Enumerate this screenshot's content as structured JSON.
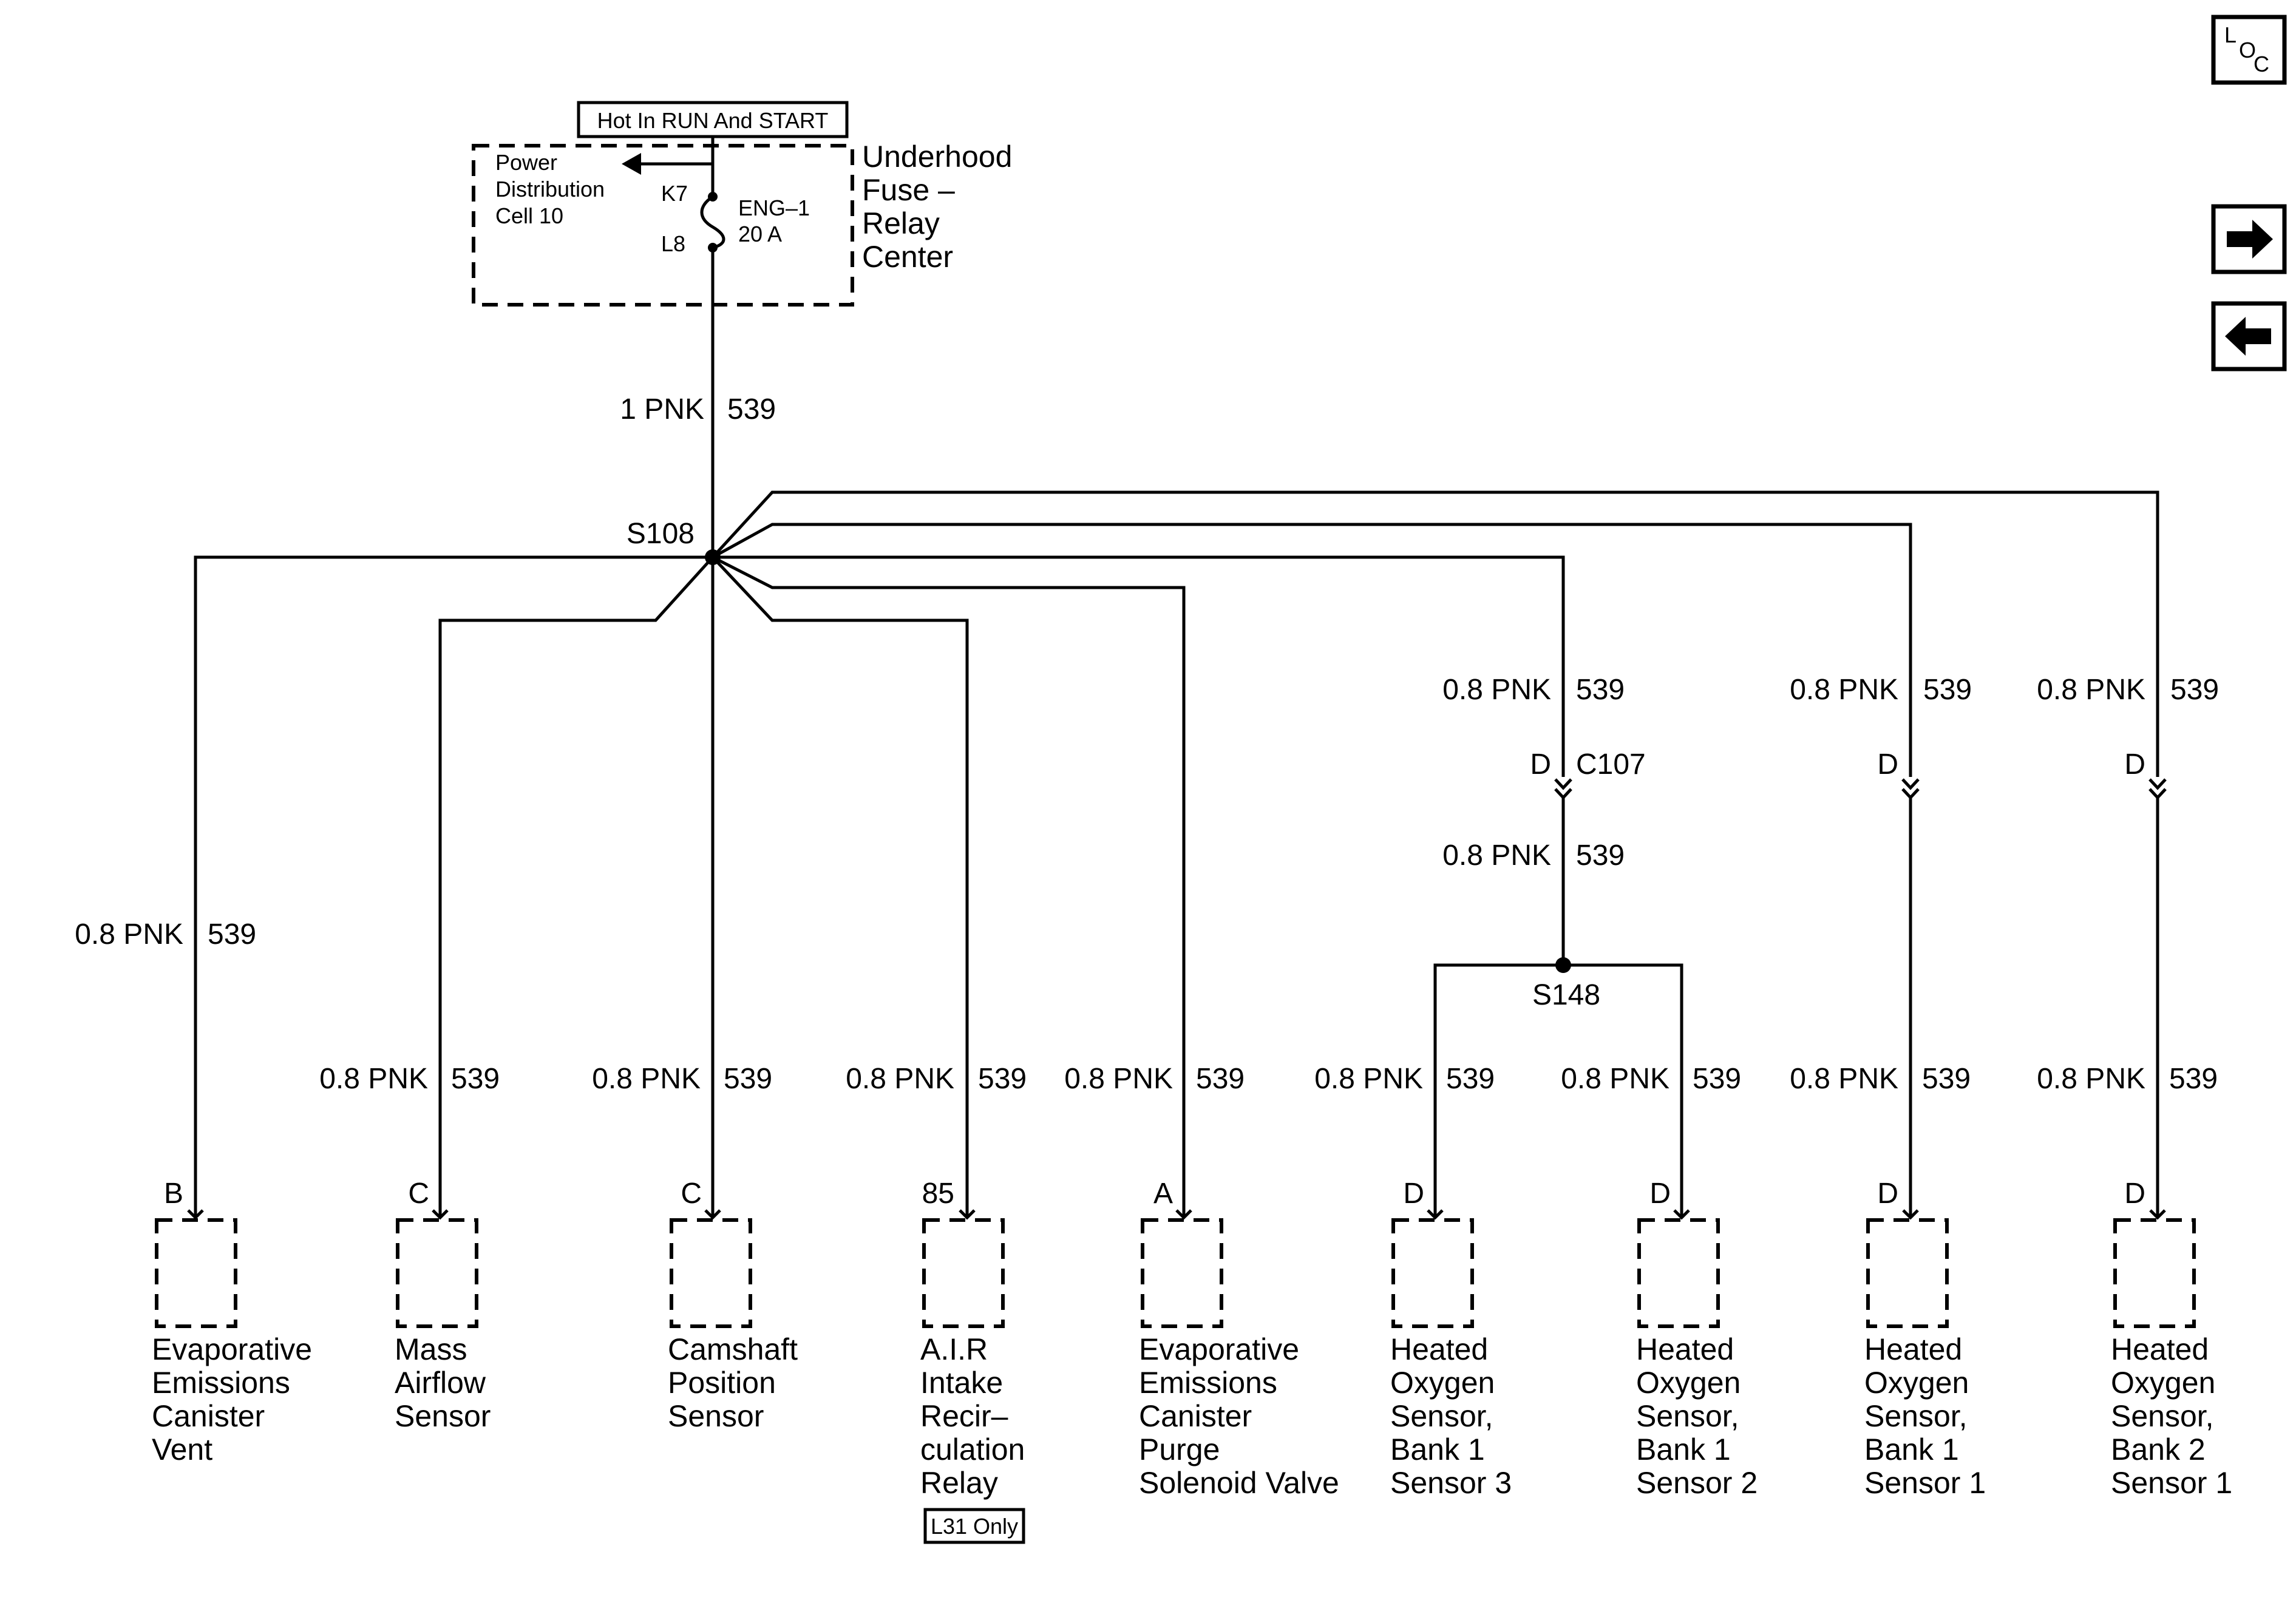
{
  "badges": {
    "hot_in_run": "Hot In RUN And START",
    "l31_only": "L31 Only",
    "loc": [
      "L",
      "O",
      "C"
    ]
  },
  "fuse_center": {
    "cell_label": [
      "Power",
      "Distribution",
      "Cell 10"
    ],
    "name": [
      "Underhood",
      "Fuse –",
      "Relay",
      "Center"
    ],
    "fuse_in_pin": "K7",
    "fuse_out_pin": "L8",
    "fuse_name": "ENG–1",
    "fuse_rating": "20 A"
  },
  "splices": {
    "main": "S108",
    "secondary": "S148"
  },
  "connector": {
    "inline": "C107"
  },
  "wires": {
    "feed": {
      "gauge_color": "1 PNK",
      "circuit": "539"
    },
    "branch": {
      "gauge_color": "0.8 PNK",
      "circuit": "539"
    }
  },
  "components": [
    {
      "pin": "B",
      "name": [
        "Evaporative",
        "Emissions",
        "Canister",
        "Vent"
      ]
    },
    {
      "pin": "C",
      "name": [
        "Mass",
        "Airflow",
        "Sensor"
      ]
    },
    {
      "pin": "C",
      "name": [
        "Camshaft",
        "Position",
        "Sensor"
      ]
    },
    {
      "pin": "85",
      "name": [
        "A.I.R",
        "Intake",
        "Recir–",
        "culation",
        "Relay"
      ]
    },
    {
      "pin": "A",
      "name": [
        "Evaporative",
        "Emissions",
        "Canister",
        "Purge",
        "Solenoid Valve"
      ]
    },
    {
      "pin": "D",
      "name": [
        "Heated",
        "Oxygen",
        "Sensor,",
        "Bank 1",
        "Sensor 3"
      ]
    },
    {
      "pin": "D",
      "name": [
        "Heated",
        "Oxygen",
        "Sensor,",
        "Bank 1",
        "Sensor 2"
      ]
    },
    {
      "pin": "D",
      "name": [
        "Heated",
        "Oxygen",
        "Sensor,",
        "Bank 1",
        "Sensor 1"
      ]
    },
    {
      "pin": "D",
      "name": [
        "Heated",
        "Oxygen",
        "Sensor,",
        "Bank 2",
        "Sensor 1"
      ]
    }
  ],
  "inline_pins": [
    "D",
    "D",
    "D"
  ],
  "nav": {
    "forward": "arrow-right-icon",
    "back": "arrow-left-icon"
  }
}
